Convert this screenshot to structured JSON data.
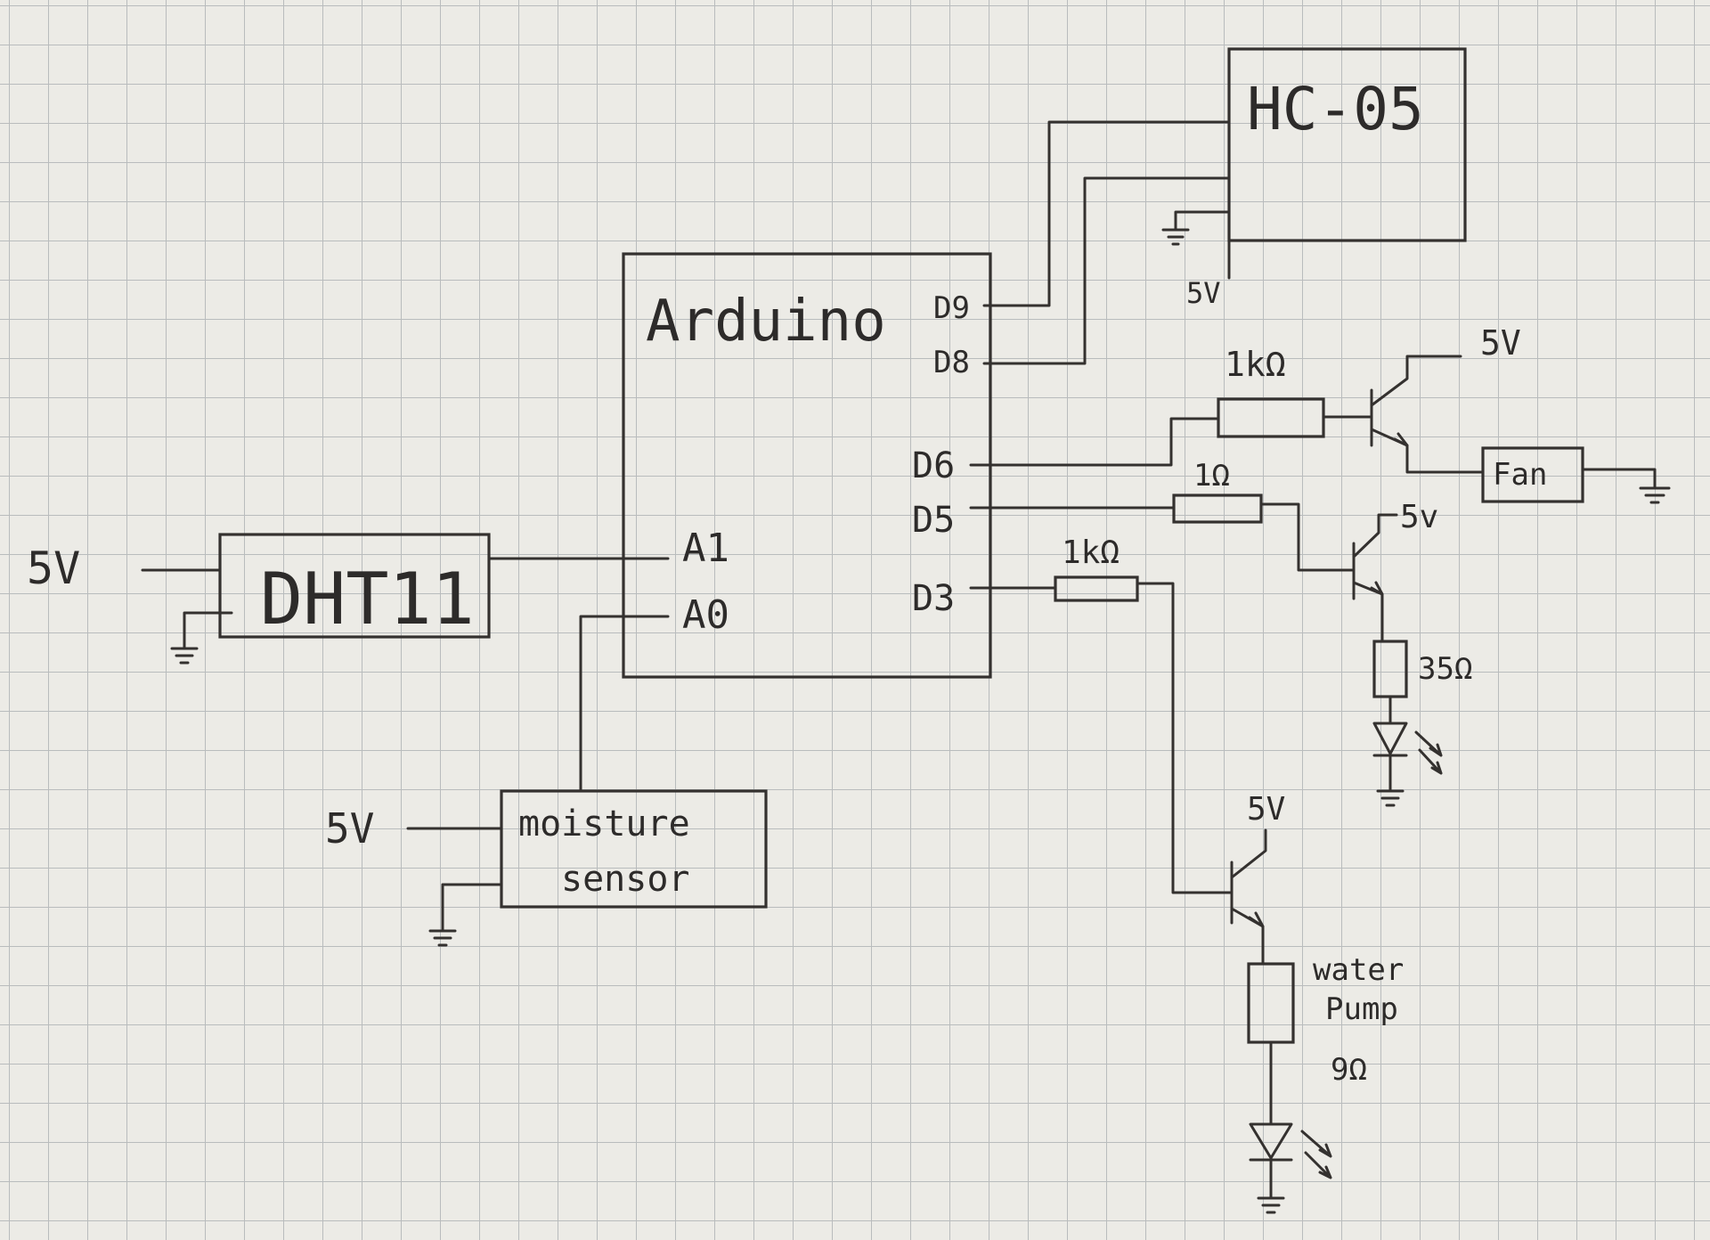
{
  "diagram": {
    "colors": {
      "paper": "#ecebe6",
      "grid": "#b9bcbd",
      "ink": "#34312f"
    },
    "modules": {
      "arduino": "Arduino",
      "hc05": "HC-05",
      "dht11": "DHT11",
      "moisture_line1": "moisture",
      "moisture_line2": "sensor",
      "fan": "Fan"
    },
    "pins": {
      "d9": "D9",
      "d8": "D8",
      "d6": "D6",
      "d5": "D5",
      "d3": "D3",
      "a1": "A1",
      "a0": "A0"
    },
    "supply_labels": {
      "hc05_5v": "5V",
      "fan_5v": "5V",
      "led_transistor_5v": "5v",
      "pump_transistor_5v": "5V",
      "dht_5v": "5V",
      "moisture_5v": "5V"
    },
    "component_values": {
      "r_fan_base": "1kΩ",
      "r_led_base": "1Ω",
      "r_pump_base": "1kΩ",
      "r_led": "35Ω",
      "pump_line1": "water",
      "pump_line2": "Pump",
      "pump_value": "9Ω"
    }
  }
}
